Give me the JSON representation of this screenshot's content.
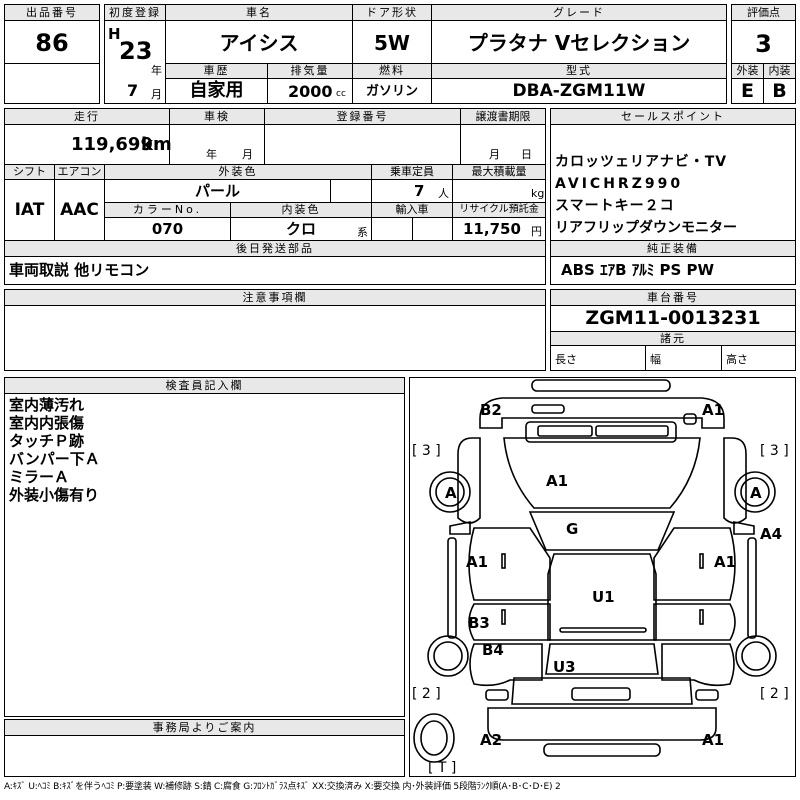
{
  "header": {
    "lot_label": "出品番号",
    "lot_value": "86",
    "first_reg_label": "初度登録",
    "era": "H",
    "year": "23",
    "year_unit": "年",
    "month": "7",
    "month_unit": "月",
    "car_name_label": "車名",
    "car_name_value": "アイシス",
    "door_label": "ドア形状",
    "door_value": "5W",
    "grade_label": "グレード",
    "grade_value": "プラタナ Vセレクション",
    "score_label": "評価点",
    "score_value": "3",
    "history_label": "車歴",
    "history_value": "自家用",
    "displacement_label": "排気量",
    "displacement_value": "2000",
    "displacement_unit": "cc",
    "fuel_label": "燃料",
    "fuel_value": "ガソリン",
    "model_label": "型式",
    "model_value": "DBA-ZGM11W",
    "exterior_label": "外装",
    "exterior_value": "E",
    "interior_label": "内装",
    "interior_value": "B"
  },
  "row2": {
    "mileage_label": "走行",
    "mileage_value": "119,699",
    "mileage_unit": "km",
    "inspection_label": "車検",
    "inspection_year_unit": "年",
    "inspection_month_unit": "月",
    "reg_no_label": "登録番号",
    "transfer_label": "譲渡書期限",
    "transfer_month_unit": "月",
    "transfer_day_unit": "日",
    "sales_point_label": "セールスポイント",
    "sales_points": [
      "カロッツェリアナビ・TV",
      "AVICHRZ990",
      "スマートキー２コ",
      "リアフリップダウンモニター"
    ]
  },
  "row3": {
    "shift_label": "シフト",
    "shift_value": "IAT",
    "ac_label": "エアコン",
    "ac_value": "AAC",
    "ext_color_label": "外装色",
    "ext_color_value": "パール",
    "capacity_label": "乗車定員",
    "capacity_value": "7",
    "capacity_unit": "人",
    "max_load_label": "最大積載量",
    "max_load_unit": "kg",
    "color_no_label": "カラーNo.",
    "color_no_value": "070",
    "int_color_label": "内装色",
    "int_color_value": "クロ",
    "int_color_unit": "系",
    "import_label": "輸入車",
    "recycle_label": "リサイクル預託金",
    "recycle_value": "11,750",
    "recycle_unit": "円"
  },
  "parts": {
    "later_label": "後日発送部品",
    "later_value": "車両取説 他リモコン",
    "genuine_label": "純正装備",
    "genuine_value": "ABS ｴｱB ｱﾙﾐ PS PW"
  },
  "notes": {
    "label": "注意事項欄"
  },
  "chassis": {
    "label": "車台番号",
    "value": "ZGM11-0013231",
    "spec_label": "諸元",
    "length_label": "長さ",
    "width_label": "幅",
    "height_label": "高さ"
  },
  "inspector": {
    "label": "検査員記入欄",
    "lines": [
      "室内薄汚れ",
      "室内内張傷",
      "タッチＰ跡",
      "バンパー下Ａ",
      "ミラーＡ",
      "外装小傷有り"
    ]
  },
  "office": {
    "label": "事務局よりご案内"
  },
  "diagram": {
    "marks": {
      "b2": "B2",
      "a1_tr": "A1",
      "a1_hood": "A1",
      "g": "G",
      "a1_left": "A1",
      "a1_right": "A1",
      "a4": "A4",
      "u1": "U1",
      "b3": "B3",
      "b4": "B4",
      "u3": "U3",
      "a2": "A2",
      "a1_br": "A1",
      "tire_fl": "A",
      "tire_fr": "A",
      "tread_fl": "[ 3 ]",
      "tread_fr": "[ 3 ]",
      "tread_rl": "[ 2 ]",
      "tread_rr": "[ 2 ]",
      "tread_t": "[ T ]"
    }
  },
  "legend": "A:ｷｽﾞ U:ﾍｺﾐ B:ｷｽﾞを伴うﾍｺﾐ P:要塗装 W:補修跡 S:錆 C:腐食 G:ﾌﾛﾝﾄｶﾞﾗｽ点ｷｽﾞ XX:交換済み X:要交換 内･外装評価 5段階ﾗﾝｸ順(A･B･C･D･E) 2"
}
